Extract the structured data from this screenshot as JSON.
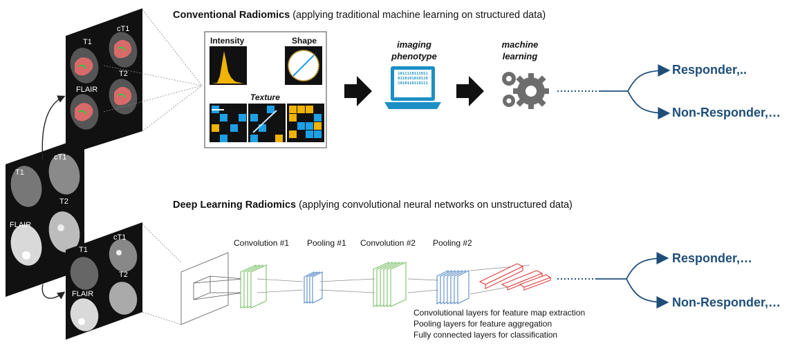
{
  "conventional": {
    "title_bold": "Conventional Radiomics",
    "title_rest": " (applying traditional machine learning on structured data)",
    "features": {
      "intensity": "Intensity",
      "shape": "Shape",
      "texture": "Texture"
    },
    "phenotype_line1": "imaging",
    "phenotype_line2": "phenotype",
    "binary_lines": [
      "1011110111011",
      "0110101010110",
      "1010110110111"
    ],
    "ml_line1": "machine",
    "ml_line2": "learning",
    "outcomes": [
      "Responder,..",
      "Non-Responder,…"
    ]
  },
  "deep": {
    "title_bold": "Deep Learning Radiomics",
    "title_rest": " (applying convolutional neural networks on unstructured data)",
    "layers": [
      "Convolution #1",
      "Pooling #1",
      "Convolution #2",
      "Pooling #2"
    ],
    "legend": [
      "Convolutional layers for feature map extraction",
      "Pooling layers for feature aggregation",
      "Fully connected layers for classification"
    ],
    "outcomes": [
      "Responder,…",
      "Non-Responder,…"
    ]
  },
  "mri_labels": {
    "t1": "T1",
    "ct1": "cT1",
    "t2": "T2",
    "flair": "FLAIR"
  },
  "colors": {
    "outcome": "#1f4e79",
    "histogram": "#f0b400",
    "texture_blue": "#1ca0e6",
    "texture_yellow": "#f0b400",
    "conv": "#7cc06a",
    "pool": "#5a8bc8",
    "fc": "#e23c3c",
    "tumor": "#d96a6a"
  }
}
